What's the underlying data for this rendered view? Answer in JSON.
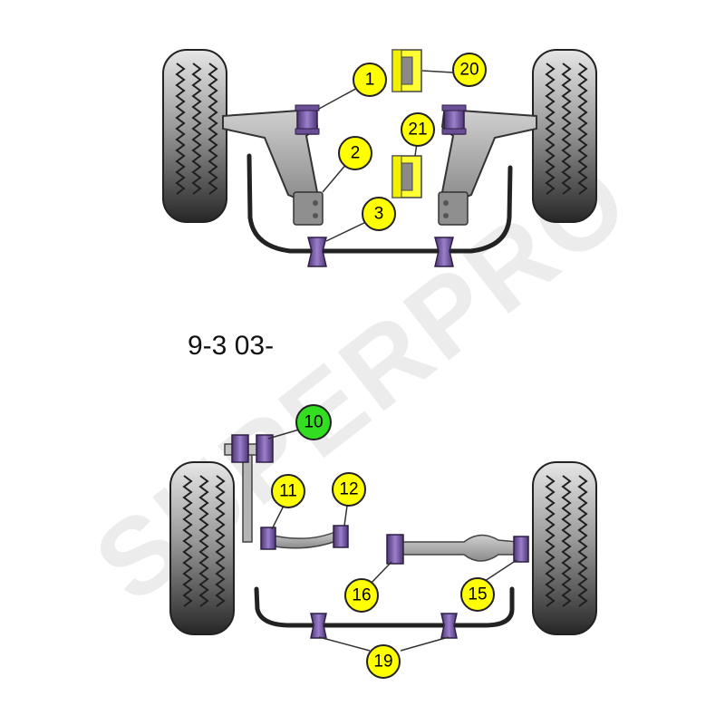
{
  "model_label": "9-3 03-",
  "watermark": "SUPERPRO",
  "colors": {
    "callout_yellow": "#ffff00",
    "callout_green": "#33dd22",
    "bush_purple": "#7a5aa8",
    "bush_yellow": "#ffff33",
    "metal_grey": "#a6a6a6",
    "tyre_dark": "#3a3a3a",
    "tyre_light": "#d8d8d8"
  },
  "callouts": {
    "c1": "1",
    "c2": "2",
    "c3": "3",
    "c20": "20",
    "c21": "21",
    "c10": "10",
    "c11": "11",
    "c12": "12",
    "c16": "16",
    "c15": "15",
    "c19": "19"
  }
}
